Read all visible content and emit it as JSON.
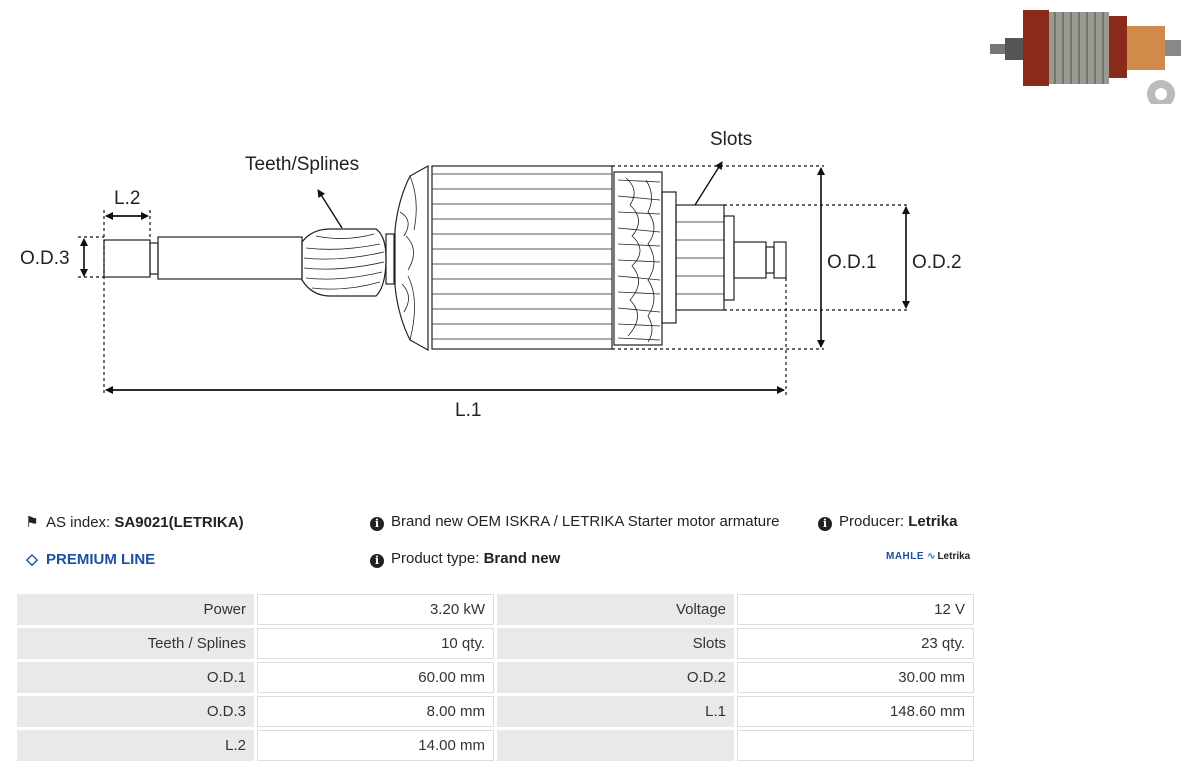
{
  "diagram": {
    "labels": {
      "teeth": "Teeth/Splines",
      "slots": "Slots",
      "l2": "L.2",
      "od3": "O.D.3",
      "od1": "O.D.1",
      "od2": "O.D.2",
      "l1": "L.1"
    }
  },
  "info": {
    "as_index_label": "AS index:",
    "as_index_value": "SA9021(LETRIKA)",
    "premium": "PREMIUM LINE",
    "description": "Brand new OEM ISKRA / LETRIKA Starter motor armature",
    "product_type_label": "Product type:",
    "product_type_value": "Brand new",
    "producer_label": "Producer:",
    "producer_value": "Letrika",
    "logo_mahle": "MAHLE",
    "logo_letrika": "Letrika"
  },
  "specs": [
    {
      "l1": "Power",
      "v1": "3.20 kW",
      "l2": "Voltage",
      "v2": "12 V"
    },
    {
      "l1": "Teeth / Splines",
      "v1": "10 qty.",
      "l2": "Slots",
      "v2": "23 qty."
    },
    {
      "l1": "O.D.1",
      "v1": "60.00 mm",
      "l2": "O.D.2",
      "v2": "30.00 mm"
    },
    {
      "l1": "O.D.3",
      "v1": "8.00 mm",
      "l2": "L.1",
      "v2": "148.60 mm"
    },
    {
      "l1": "L.2",
      "v1": "14.00 mm",
      "l2": "",
      "v2": ""
    }
  ],
  "icons": {
    "tag": "tags-icon",
    "diamond": "diamond-icon",
    "info": "info-circle-icon"
  }
}
